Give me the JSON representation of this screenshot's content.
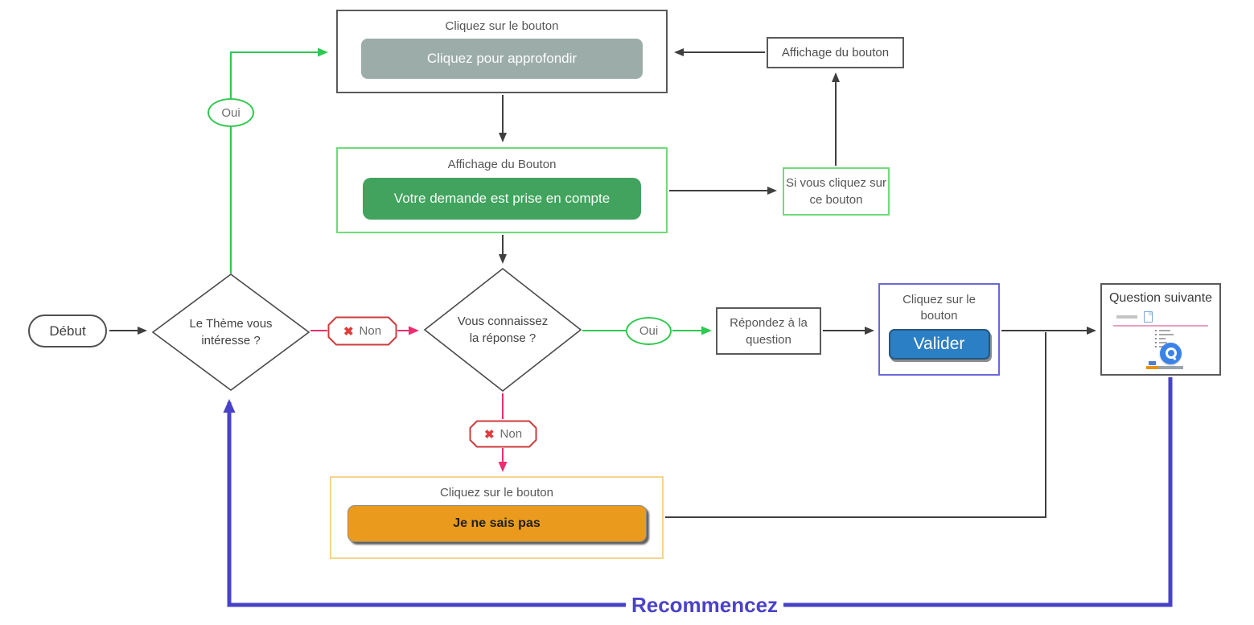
{
  "diagram": {
    "start": {
      "label": "Début"
    },
    "decision_theme": {
      "label": "Le Thème vous intéresse ?"
    },
    "decision_reponse": {
      "label": "Vous connaissez la réponse ?"
    },
    "top_box": {
      "title": "Cliquez sur le bouton",
      "button_label": "Cliquez pour approfondir"
    },
    "affichage_bouton_box": {
      "label": "Affichage du bouton"
    },
    "green_box": {
      "title": "Affichage du Bouton",
      "button_label": "Votre demande est prise en compte"
    },
    "si_vous_box": {
      "label": "Si vous cliquez sur ce bouton"
    },
    "repondez_box": {
      "label": "Répondez à la question"
    },
    "valider_box": {
      "title": "Cliquez sur le bouton",
      "button_label": "Valider"
    },
    "question_box": {
      "title": "Question suivante"
    },
    "orange_box": {
      "title": "Cliquez sur le bouton",
      "button_label": "Je ne sais pas"
    },
    "edge_labels": {
      "oui_top": "Oui",
      "oui_right": "Oui",
      "non_left": "Non",
      "non_down": "Non",
      "recommencez": "Recommencez"
    },
    "icons": {
      "cross": "✖",
      "search": "search-magnifier"
    }
  },
  "colors": {
    "line_dark": "#3f3f3f",
    "green_line": "#2ec94f",
    "green_box_border": "#6edc7a",
    "green_button": "#41a35e",
    "gray_button": "#9cada9",
    "pink_line": "#ec2e72",
    "badge_red_border": "#cd3c3c",
    "cross_red": "#e23b3b",
    "blue_button": "#2b7fc4",
    "blue_box_border": "#6b68d8",
    "orange_button": "#ea9b1e",
    "orange_box_border": "#f7d489",
    "return_blue": "#4742c8"
  }
}
